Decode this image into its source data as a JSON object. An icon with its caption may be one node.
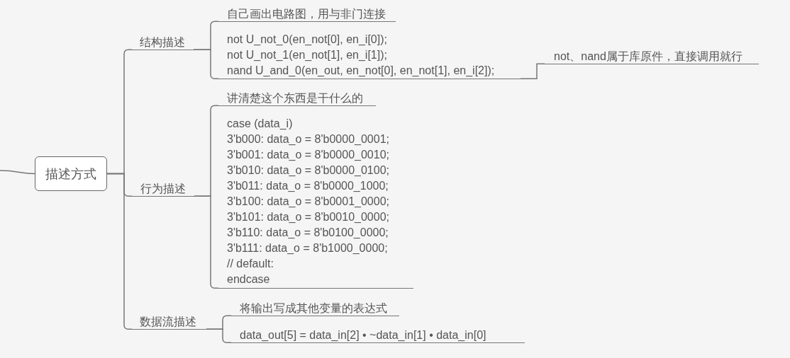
{
  "diagram": {
    "nodes": [
      {
        "text": [
          "描述方式"
        ]
      },
      {
        "text": [
          "结构描述"
        ]
      },
      {
        "text": [
          "自己画出电路图，用与非门连接"
        ]
      },
      {
        "text": [
          "not U_not_0(en_not[0], en_i[0]);",
          "not U_not_1(en_not[1], en_i[1]);",
          "nand U_and_0(en_out, en_not[0], en_not[1], en_i[2]);"
        ]
      },
      {
        "text": [
          "not、nand属于库原件，直接调用就行"
        ]
      },
      {
        "text": [
          "行为描述"
        ]
      },
      {
        "text": [
          "讲清楚这个东西是干什么的"
        ]
      },
      {
        "text": [
          "case (data_i)",
          "3'b000: data_o = 8'b0000_0001;",
          "3'b001: data_o = 8'b0000_0010;",
          "3'b010: data_o = 8'b0000_0100;",
          "3'b011: data_o = 8'b0000_1000;",
          "3'b100: data_o = 8'b0001_0000;",
          "3'b101: data_o = 8'b0010_0000;",
          "3'b110: data_o = 8'b0100_0000;",
          "3'b111: data_o = 8'b1000_0000;",
          "// default:",
          "endcase"
        ]
      },
      {
        "text": [
          "数据流描述"
        ]
      },
      {
        "text": [
          "将输出写成其他变量的表达式"
        ]
      },
      {
        "text": [
          "data_out[5] = data_in[2] • ~data_in[1] • data_in[0]"
        ]
      }
    ],
    "edges": [
      {
        "from": null,
        "to": 0,
        "arrow": "none"
      },
      {
        "from": 0,
        "to": 1,
        "arrow": "none"
      },
      {
        "from": 0,
        "to": 5,
        "arrow": "none"
      },
      {
        "from": 0,
        "to": 8,
        "arrow": "none"
      },
      {
        "from": 1,
        "to": 2,
        "arrow": "none"
      },
      {
        "from": 1,
        "to": 3,
        "arrow": "none"
      },
      {
        "from": 3,
        "to": 4,
        "arrow": "none"
      },
      {
        "from": 5,
        "to": 6,
        "arrow": "none"
      },
      {
        "from": 5,
        "to": 7,
        "arrow": "none"
      },
      {
        "from": 8,
        "to": 9,
        "arrow": "none"
      },
      {
        "from": 8,
        "to": 10,
        "arrow": "none"
      }
    ]
  }
}
